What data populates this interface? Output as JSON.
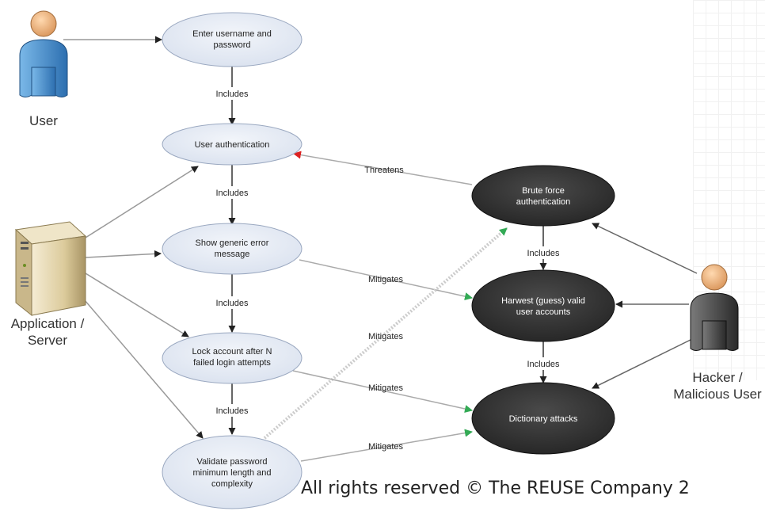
{
  "actors": {
    "user": "User",
    "app_line1": "Application /",
    "app_line2": "Server",
    "hacker_line1": "Hacker /",
    "hacker_line2": "Malicious User"
  },
  "use_cases": {
    "enter": [
      "Enter username and",
      "password"
    ],
    "auth": [
      "User authentication"
    ],
    "error": [
      "Show generic error",
      "message"
    ],
    "lock": [
      "Lock account after N",
      "failed login attempts"
    ],
    "validate": [
      "Validate password",
      "minimum length and",
      "complexity"
    ],
    "brute": [
      "Brute force",
      "authentication"
    ],
    "harvest": [
      "Harwest (guess) valid",
      "user accounts"
    ],
    "dictionary": [
      "Dictionary attacks"
    ]
  },
  "relations": {
    "includes": "Includes",
    "threatens": "Threatens",
    "mitigates": "Mitigates"
  },
  "footer": "All rights reserved © The REUSE Company 2",
  "colors": {
    "light_case": "#e4eaf4",
    "dark_case": "#333333",
    "threat_arrow": "#dd2222",
    "mitigate_arrow": "#33aa55"
  }
}
